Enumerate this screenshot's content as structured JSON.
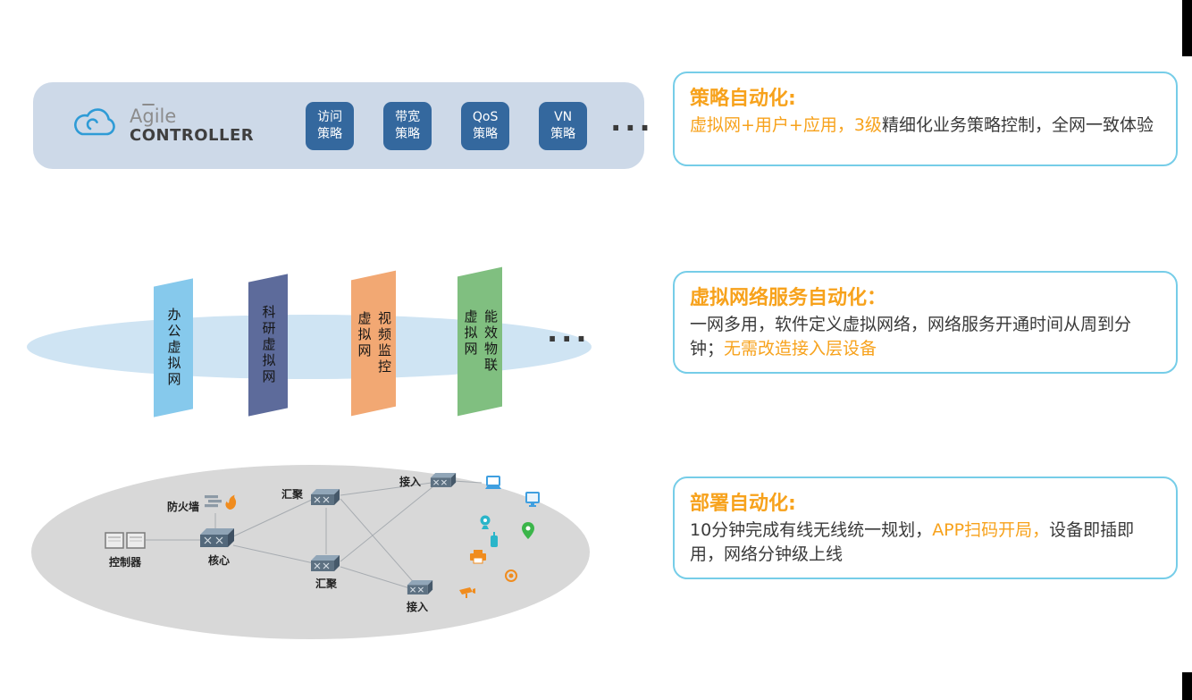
{
  "banner": {
    "logo": {
      "brand_a": "A",
      "brand_g": "g",
      "brand_ile": "ile",
      "controller": "CONTROLLER"
    },
    "policies": [
      {
        "line1": "访问",
        "line2": "策略"
      },
      {
        "line1": "带宽",
        "line2": "策略"
      },
      {
        "line1": "QoS",
        "line2": "策略"
      },
      {
        "line1": "VN",
        "line2": "策略"
      }
    ],
    "ellipsis": "..."
  },
  "virtual_networks": {
    "panels": [
      {
        "label": "办公虚拟网",
        "color": "#86c9ec"
      },
      {
        "label": "科研虚拟网",
        "color": "#5d6b9b"
      },
      {
        "label": "视频监控\n虚拟网",
        "color": "#f2a873"
      },
      {
        "label": "能效物联\n虚拟网",
        "color": "#80bf80"
      }
    ],
    "ellipsis": "..."
  },
  "topology": {
    "labels": {
      "controller": "控制器",
      "firewall": "防火墙",
      "core": "核心",
      "agg_top": "汇聚",
      "agg_bottom": "汇聚",
      "access_top": "接入",
      "access_bottom": "接入"
    },
    "device_icons": [
      "laptop",
      "monitor",
      "webcam",
      "handset",
      "location-pin",
      "printer",
      "dome-camera",
      "cctv-camera"
    ]
  },
  "callouts": [
    {
      "title": "策略自动化:",
      "segments": [
        {
          "text": "虚拟网+用户+应用，3级",
          "highlight": true
        },
        {
          "text": "精细化业务策略控制，全网一致体验",
          "highlight": false
        }
      ]
    },
    {
      "title": "虚拟网络服务自动化：",
      "segments": [
        {
          "text": "一网多用，软件定义虚拟网络，网络服务开通时间从周到分钟；",
          "highlight": false
        },
        {
          "text": "无需改造接入层设备",
          "highlight": true
        }
      ]
    },
    {
      "title": "部署自动化:",
      "segments": [
        {
          "text": "10分钟完成有线无线统一规划，",
          "highlight": false
        },
        {
          "text": "APP扫码开局，",
          "highlight": true
        },
        {
          "text": "设备即插即用，网络分钟级上线",
          "highlight": false
        }
      ]
    }
  ],
  "colors": {
    "accent_orange": "#f7a21c",
    "callout_border": "#76cde8",
    "banner_bg": "#cdd9e8",
    "tile_bg": "#34689e"
  }
}
